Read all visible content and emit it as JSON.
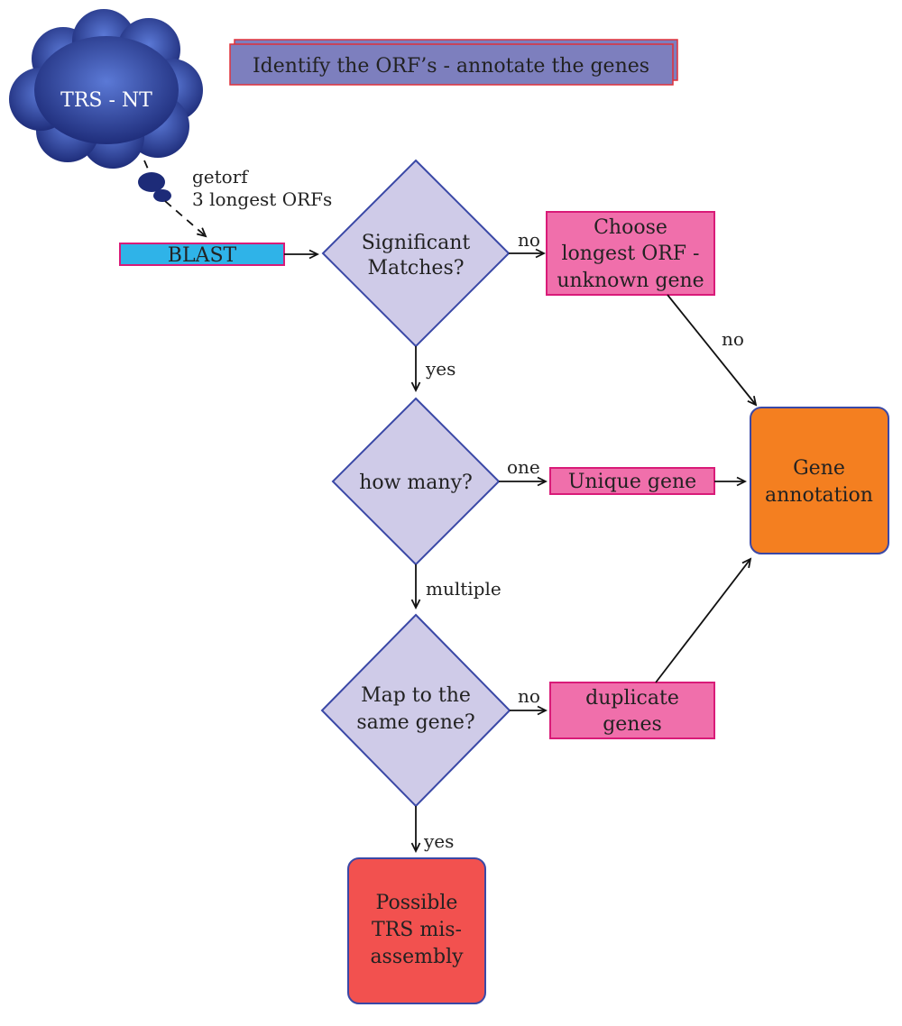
{
  "colors": {
    "title_fill": "#7d7fbe",
    "title_border": "#e0303a",
    "cloud_dark": "#1d2b78",
    "cloud_light": "#5b79d6",
    "blast_fill": "#2fb3e8",
    "pink_fill": "#f06fab",
    "pink_border": "#d91b78",
    "diamond_fill": "#cfcbe8",
    "diamond_border": "#3a48a6",
    "gene_fill": "#f47f20",
    "red_fill": "#f2514f",
    "rounded_border": "#3a48a6",
    "edge": "#111111"
  },
  "title": "Identify the ORF’s - annotate the genes",
  "cloud_label": "TRS - NT",
  "getorf_label": "getorf",
  "longest_orfs_label": "3 longest ORFs",
  "blast": "BLAST",
  "significant": [
    "Significant",
    "Matches?"
  ],
  "choose_longest": [
    "Choose",
    "longest ORF -",
    "unknown gene"
  ],
  "how_many": "how many?",
  "unique_gene": "Unique gene",
  "gene_annotation": [
    "Gene",
    "annotation"
  ],
  "map_same": [
    "Map to the",
    "same gene?"
  ],
  "duplicate": [
    "duplicate",
    "genes"
  ],
  "possible": [
    "Possible",
    "TRS mis-",
    "assembly"
  ],
  "edge_labels": {
    "no_choose": "no",
    "no_gene": "no",
    "yes_howmany": "yes",
    "one": "one",
    "multiple": "multiple",
    "no_duplicate": "no",
    "yes_possible": "yes"
  }
}
